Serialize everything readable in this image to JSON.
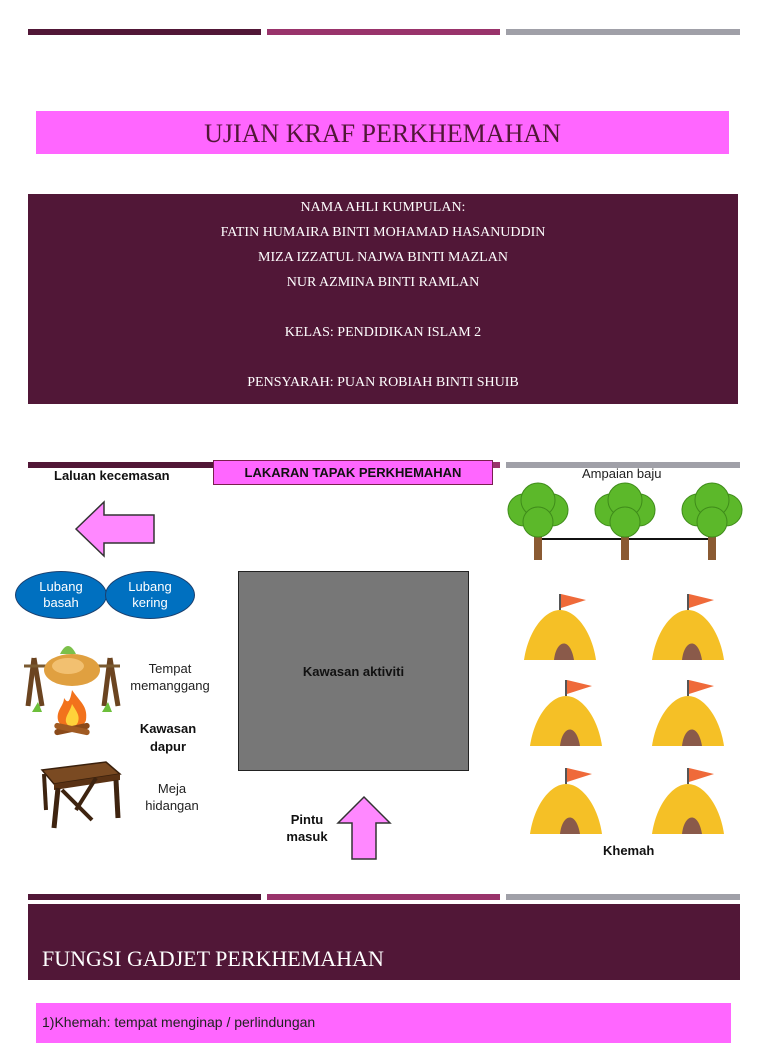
{
  "slide1": {
    "title": "UJIAN KRAF PERKHEMAHAN",
    "members_heading": "NAMA AHLI KUMPULAN:",
    "members": [
      "FATIN HUMAIRA BINTI MOHAMAD HASANUDDIN",
      "MIZA IZZATUL NAJWA BINTI MAZLAN",
      "NUR AZMINA BINTI RAMLAN"
    ],
    "class_line": "KELAS: PENDIDIKAN ISLAM 2",
    "lecturer_line": "PENSYARAH: PUAN ROBIAH BINTI SHUIB"
  },
  "slide2": {
    "title": "LAKARAN TAPAK PERKHEMAHAN",
    "emergency_route": "Laluan kecemasan",
    "wet_pit": "Lubang basah",
    "dry_pit": "Lubang kering",
    "grill_area": "Tempat memanggang",
    "kitchen_area": "Kawasan dapur",
    "dining_table": "Meja hidangan",
    "activity_area": "Kawasan aktiviti",
    "entrance": "Pintu masuk",
    "clothesline": "Ampaian baju",
    "tents": "Khemah"
  },
  "slide3": {
    "title": "FUNGSI GADJET PERKHEMAHAN",
    "item1": "1)Khemah: tempat menginap / perlindungan"
  },
  "colors": {
    "plum": "#511737",
    "magenta": "#99336b",
    "gray": "#a0a0a8",
    "pink": "#ff66ff",
    "blue_ellipse": "#0070c0",
    "tent": "#f5c026",
    "flag": "#ef6a3a"
  }
}
